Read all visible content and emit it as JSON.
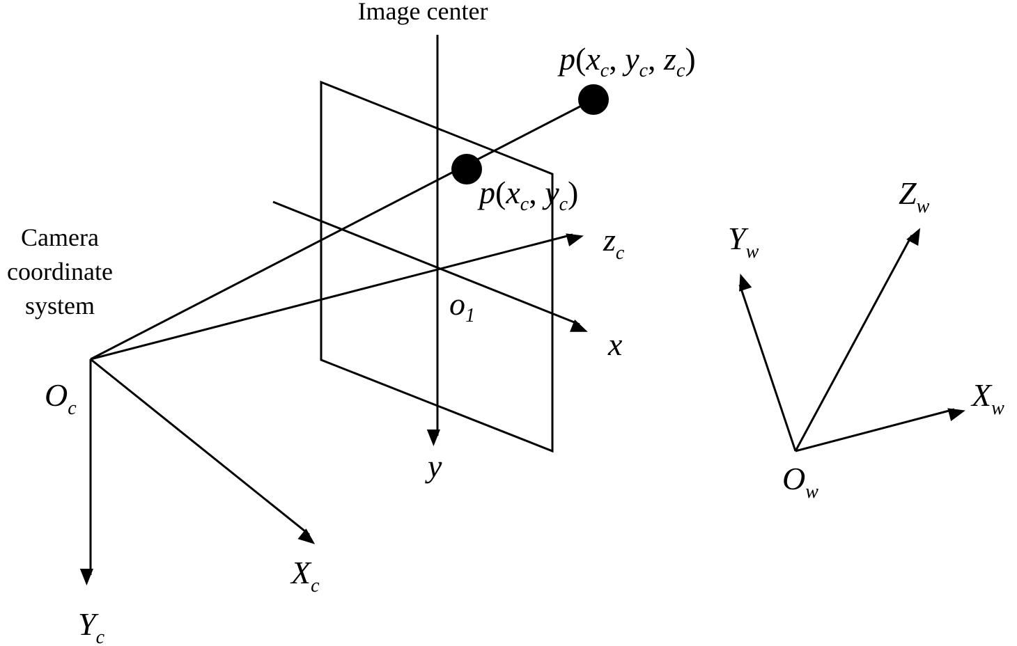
{
  "title": "Image center",
  "camera_label": [
    "Camera",
    "coordinate",
    "system"
  ],
  "labels": {
    "world_point": {
      "base": "p",
      "open": "(",
      "x": "x",
      "xs": "c",
      "c1": ", ",
      "y": "y",
      "ys": "c",
      "c2": ", ",
      "z": "z",
      "zs": "c",
      "close": ")"
    },
    "image_point": {
      "base": "p",
      "open": "(",
      "x": "x",
      "xs": "c",
      "c1": ", ",
      "y": "y",
      "ys": "c",
      "close": ")"
    },
    "zc": {
      "base": "z",
      "sub": "c"
    },
    "o1": {
      "base": "o",
      "sub": "1"
    },
    "x": "x",
    "y": "y",
    "Oc": {
      "base": "O",
      "sub": "c"
    },
    "Xc": {
      "base": "X",
      "sub": "c"
    },
    "Yc": {
      "base": "Y",
      "sub": "c"
    },
    "Zw": {
      "base": "Z",
      "sub": "w"
    },
    "Yw": {
      "base": "Y",
      "sub": "w"
    },
    "Xw": {
      "base": "X",
      "sub": "w"
    },
    "Ow": {
      "base": "O",
      "sub": "w"
    }
  }
}
